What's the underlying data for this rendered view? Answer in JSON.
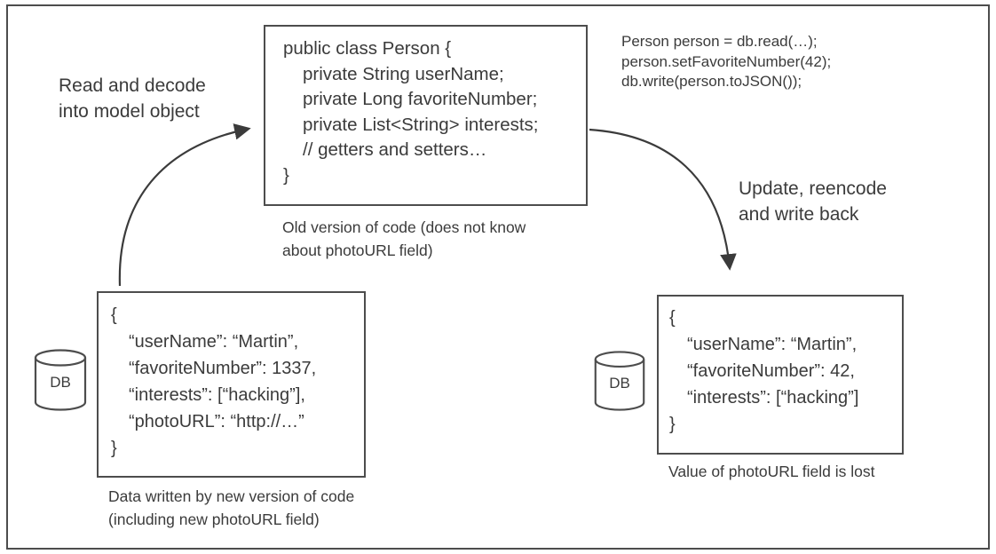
{
  "colors": {
    "ink": "#3b3b3b",
    "line": "#4d4d4d",
    "background": "#ffffff"
  },
  "labels": {
    "read_decode": "Read and decode\ninto model object",
    "update_reencode": "Update, reencode\nand write back"
  },
  "model_code_box": {
    "lines": [
      "public class Person {",
      "private String userName;",
      "private Long favoriteNumber;",
      "private List<String> interests;",
      "// getters and setters…",
      "}"
    ],
    "caption": "Old version of code (does not know\nabout photoURL field)"
  },
  "app_code": {
    "lines": [
      "Person person = db.read(…);",
      "person.setFavoriteNumber(42);",
      "db.write(person.toJSON());"
    ]
  },
  "db_old_data": {
    "icon_label": "DB",
    "json_lines": [
      "{",
      "“userName”: “Martin”,",
      "“favoriteNumber”: 1337,",
      "“interests”: [“hacking”],",
      "“photoURL”: “http://…”",
      "}"
    ],
    "caption": "Data written by new version of code\n(including new photoURL field)"
  },
  "db_new_data": {
    "icon_label": "DB",
    "json_lines": [
      "{",
      "“userName”: “Martin”,",
      "“favoriteNumber”: 42,",
      "“interests”: [“hacking”]",
      "}"
    ],
    "caption": "Value of photoURL field is lost"
  }
}
